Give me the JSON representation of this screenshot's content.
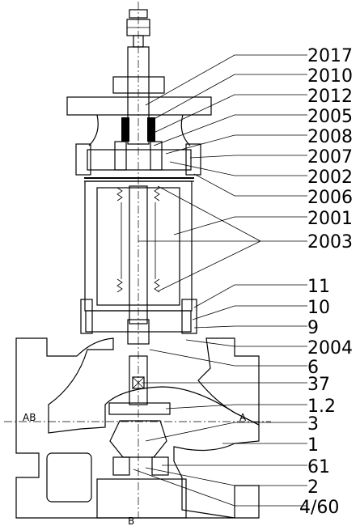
{
  "labels": [
    "2017",
    "2010",
    "2012",
    "2005",
    "2008",
    "2007",
    "2002",
    "2006",
    "2001",
    "2003",
    "11",
    "10",
    "9",
    "2004",
    "6",
    "37",
    "1.2",
    "3",
    "1",
    "61",
    "2",
    "4/60"
  ],
  "markers": {
    "left": "AB",
    "right": "A",
    "bottom": "B"
  }
}
